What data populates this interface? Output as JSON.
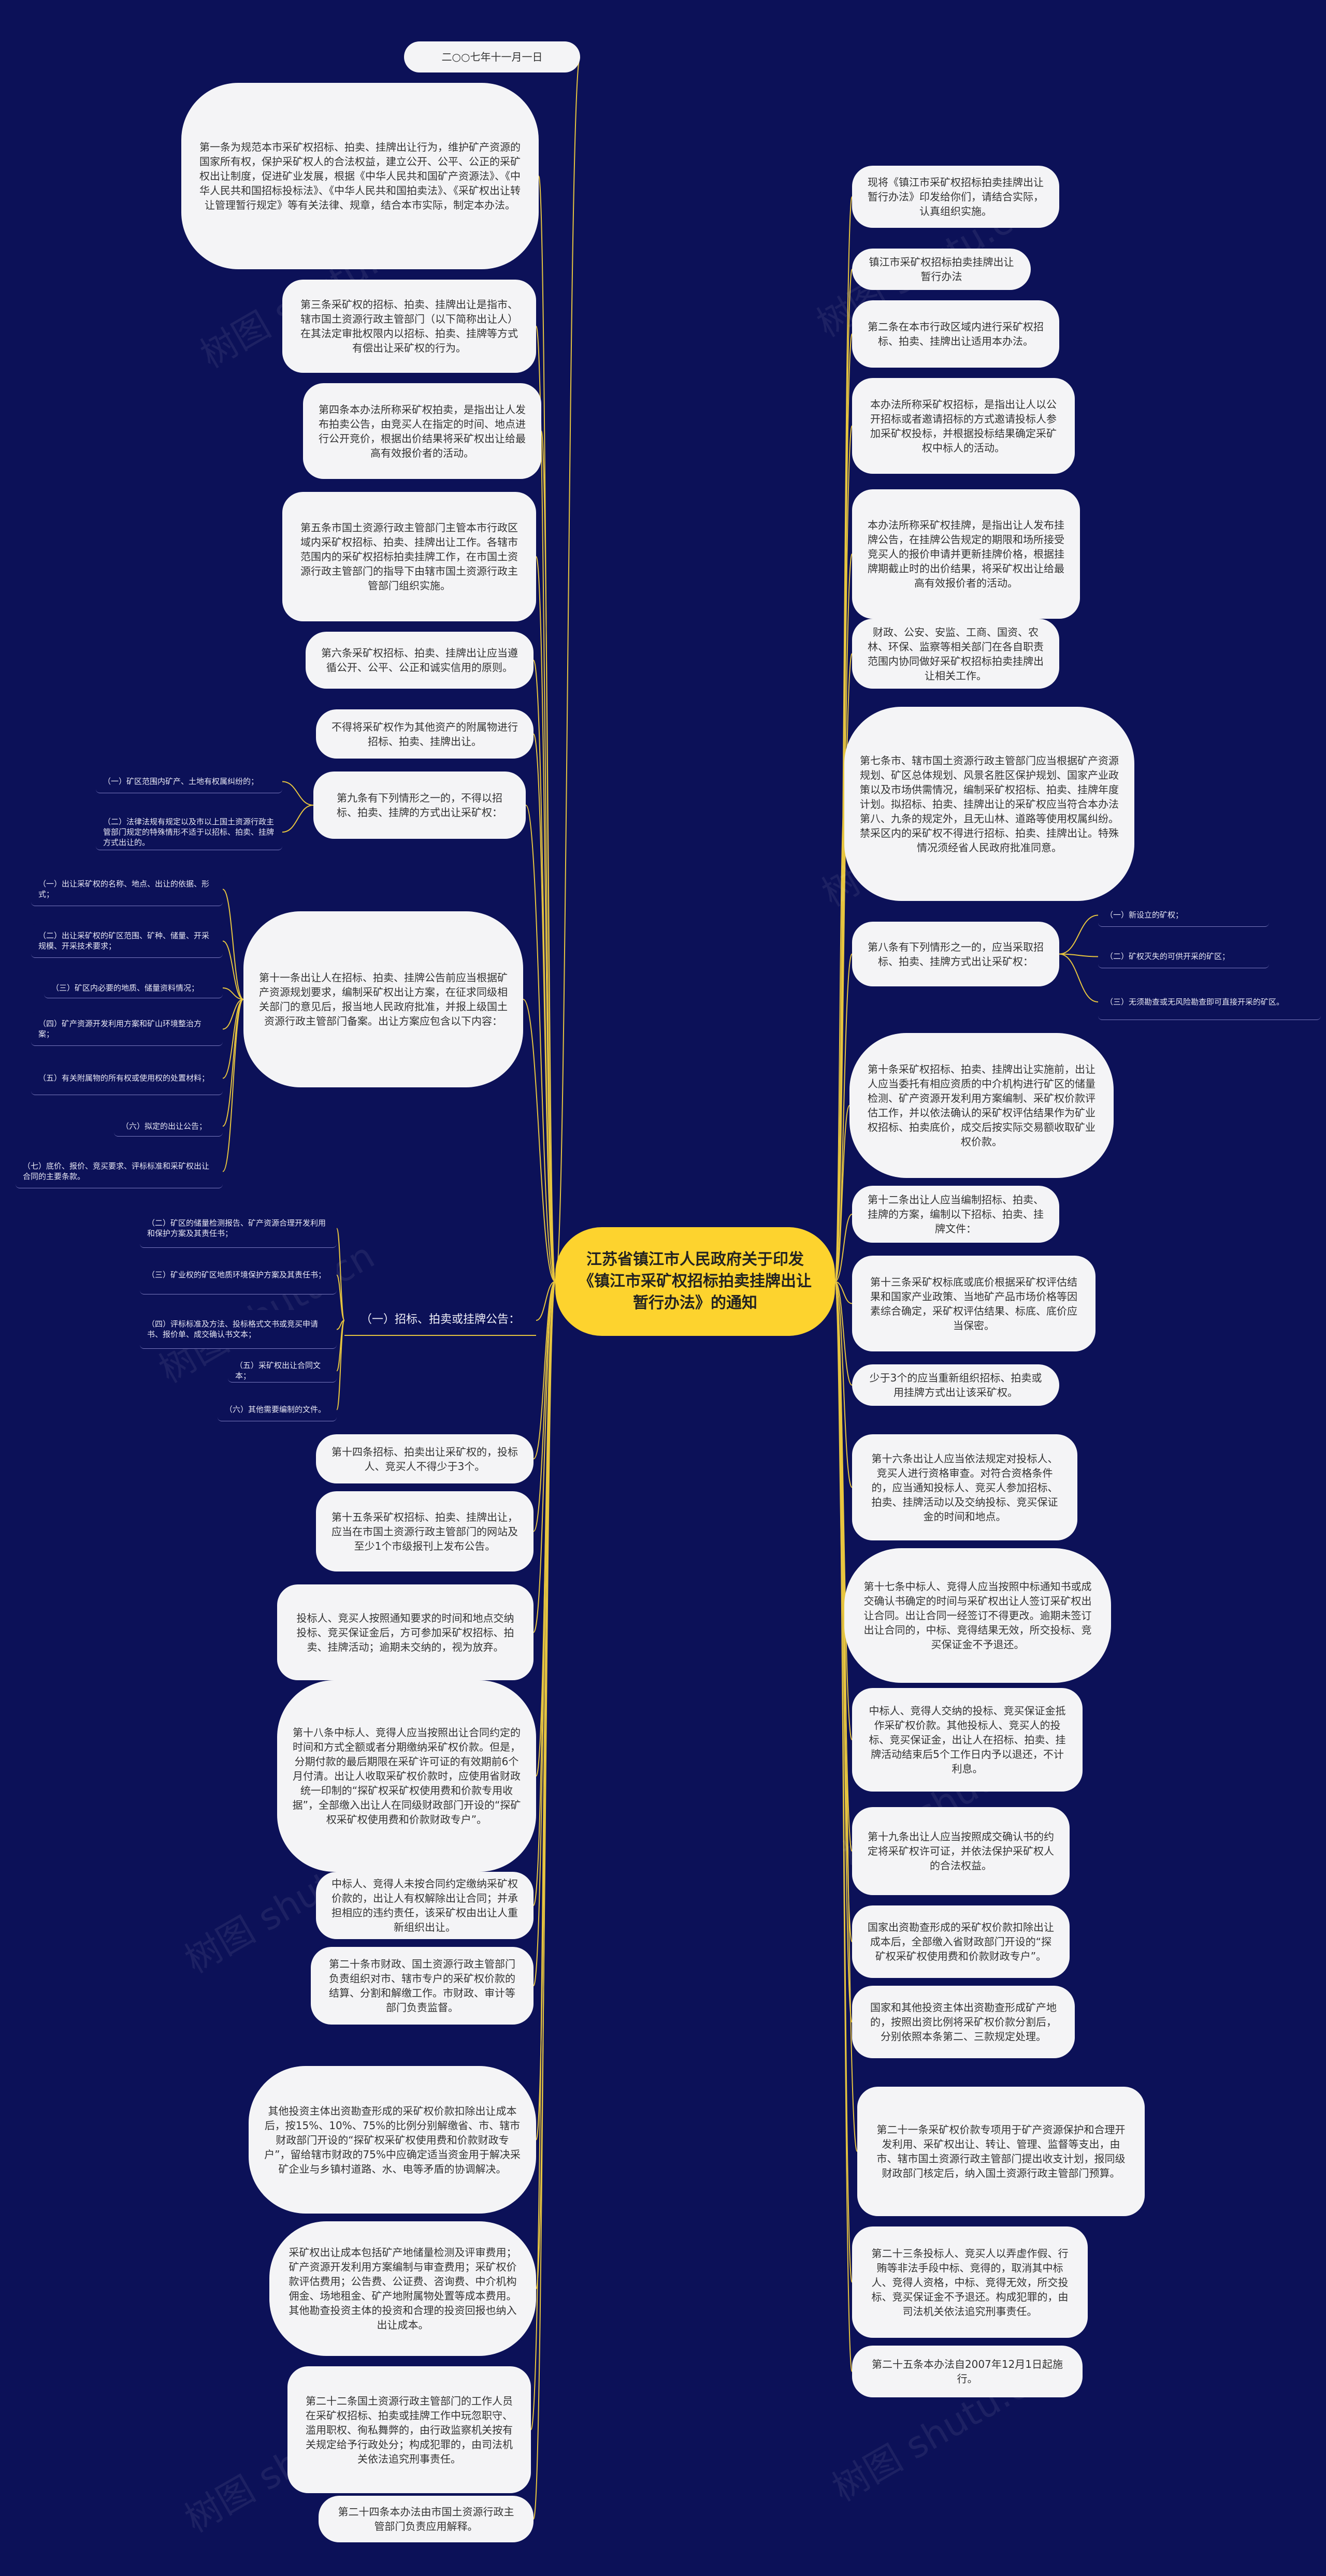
{
  "root": "江苏省镇江市人民政府关于印发《镇江市采矿权招标拍卖挂牌出让暂行办法》的通知",
  "left_nodes": [
    {
      "id": "L1",
      "text": "二○○七年十一月一日"
    },
    {
      "id": "L2",
      "text": "第一条为规范本市采矿权招标、拍卖、挂牌出让行为，维护矿产资源的国家所有权，保护采矿权人的合法权益，建立公开、公平、公正的采矿权出让制度，促进矿业发展，根据《中华人民共和国矿产资源法》、《中华人民共和国招标投标法》、《中华人民共和国拍卖法》、《采矿权出让转让管理暂行规定》等有关法律、规章，结合本市实际，制定本办法。"
    },
    {
      "id": "L3",
      "text": "第三条采矿权的招标、拍卖、挂牌出让是指市、辖市国土资源行政主管部门（以下简称出让人）在其法定审批权限内以招标、拍卖、挂牌等方式有偿出让采矿权的行为。"
    },
    {
      "id": "L4",
      "text": "第四条本办法所称采矿权拍卖，是指出让人发布拍卖公告，由竞买人在指定的时间、地点进行公开竞价，根据出价结果将采矿权出让给最高有效报价者的活动。"
    },
    {
      "id": "L5",
      "text": "第五条市国土资源行政主管部门主管本市行政区域内采矿权招标、拍卖、挂牌出让工作。各辖市范围内的采矿权招标拍卖挂牌工作，在市国土资源行政主管部门的指导下由辖市国土资源行政主管部门组织实施。"
    },
    {
      "id": "L6",
      "text": "第六条采矿权招标、拍卖、挂牌出让应当遵循公开、公平、公正和诚实信用的原则。"
    },
    {
      "id": "L7",
      "text": "不得将采矿权作为其他资产的附属物进行招标、拍卖、挂牌出让。"
    },
    {
      "id": "L8",
      "text": "第九条有下列情形之一的，不得以招标、拍卖、挂牌的方式出让采矿权："
    },
    {
      "id": "L9",
      "text": "第十一条出让人在招标、拍卖、挂牌公告前应当根据矿产资源规划要求，编制采矿权出让方案，在征求同级相关部门的意见后，报当地人民政府批准，并报上级国土资源行政主管部门备案。出让方案应包含以下内容："
    },
    {
      "id": "L10",
      "text": "（一）招标、拍卖或挂牌公告："
    },
    {
      "id": "L11",
      "text": "第十四条招标、拍卖出让采矿权的，投标人、竞买人不得少于3个。"
    },
    {
      "id": "L12",
      "text": "第十五条采矿权招标、拍卖、挂牌出让，应当在市国土资源行政主管部门的网站及至少1个市级报刊上发布公告。"
    },
    {
      "id": "L13",
      "text": "投标人、竞买人按照通知要求的时间和地点交纳投标、竞买保证金后，方可参加采矿权招标、拍卖、挂牌活动；逾期未交纳的，视为放弃。"
    },
    {
      "id": "L14",
      "text": "第十八条中标人、竞得人应当按照出让合同约定的时间和方式全额或者分期缴纳采矿权价款。但是，分期付款的最后期限在采矿许可证的有效期前6个月付清。出让人收取采矿权价款时，应使用省财政统一印制的“探矿权采矿权使用费和价款专用收据”，全部缴入出让人在同级财政部门开设的“探矿权采矿权使用费和价款财政专户”。"
    },
    {
      "id": "L15",
      "text": "中标人、竞得人未按合同约定缴纳采矿权价款的，出让人有权解除出让合同；并承担相应的违约责任，该采矿权由出让人重新组织出让。"
    },
    {
      "id": "L16",
      "text": "第二十条市财政、国土资源行政主管部门负责组织对市、辖市专户的采矿权价款的结算、分割和解缴工作。市财政、审计等部门负责监督。"
    },
    {
      "id": "L17",
      "text": "其他投资主体出资勘查形成的采矿权价款扣除出让成本后，按15%、10%、75%的比例分别解缴省、市、辖市财政部门开设的“探矿权采矿权使用费和价款财政专户”，留给辖市财政的75%中应确定适当资金用于解决采矿企业与乡镇村道路、水、电等矛盾的协调解决。"
    },
    {
      "id": "L18",
      "text": "采矿权出让成本包括矿产地储量检测及评审费用；矿产资源开发利用方案编制与审查费用；采矿权价款评估费用；公告费、公证费、咨询费、中介机构佣金、场地租金、矿产地附属物处置等成本费用。其他勘查投资主体的投资和合理的投资回报也纳入出让成本。"
    },
    {
      "id": "L19",
      "text": "第二十二条国土资源行政主管部门的工作人员在采矿权招标、拍卖或挂牌工作中玩忽职守、滥用职权、徇私舞弊的，由行政监察机关按有关规定给予行政处分；构成犯罪的，由司法机关依法追究刑事责任。"
    },
    {
      "id": "L20",
      "text": "第二十四条本办法由市国土资源行政主管部门负责应用解释。"
    }
  ],
  "left_small_l8": [
    {
      "text": "（一）矿区范围内矿产、土地有权属纠纷的；"
    },
    {
      "text": "（二）法律法规有规定以及市以上国土资源行政主管部门规定的特殊情形不适于以招标、拍卖、挂牌方式出让的。"
    }
  ],
  "left_small_l9": [
    {
      "text": "（一）出让采矿权的名称、地点、出让的依据、形式；"
    },
    {
      "text": "（二）出让采矿权的矿区范围、矿种、储量、开采规模、开采技术要求；"
    },
    {
      "text": "（三）矿区内必要的地质、储量资料情况；"
    },
    {
      "text": "（四）矿产资源开发利用方案和矿山环境整治方案；"
    },
    {
      "text": "（五）有关附属物的所有权或使用权的处置材料；"
    },
    {
      "text": "（六）拟定的出让公告；"
    },
    {
      "text": "（七）底价、报价、竞买要求、评标标准和采矿权出让合同的主要条款。"
    }
  ],
  "left_small_l10": [
    {
      "text": "（二）矿区的储量检测报告、矿产资源合理开发利用和保护方案及其责任书；"
    },
    {
      "text": "（三）矿业权的矿区地质环境保护方案及其责任书；"
    },
    {
      "text": "（四）评标标准及方法、投标格式文书或竞买申请书、报价单、成交确认书文本；"
    },
    {
      "text": "（五）采矿权出让合同文本；"
    },
    {
      "text": "（六）其他需要编制的文件。"
    }
  ],
  "right_nodes": [
    {
      "id": "R1",
      "text": "现将《镇江市采矿权招标拍卖挂牌出让暂行办法》印发给你们，请结合实际，认真组织实施。"
    },
    {
      "id": "R2",
      "text": "镇江市采矿权招标拍卖挂牌出让暂行办法"
    },
    {
      "id": "R3",
      "text": "第二条在本市行政区域内进行采矿权招标、拍卖、挂牌出让适用本办法。"
    },
    {
      "id": "R4",
      "text": "本办法所称采矿权招标，是指出让人以公开招标或者邀请招标的方式邀请投标人参加采矿权投标，并根据投标结果确定采矿权中标人的活动。"
    },
    {
      "id": "R5",
      "text": "本办法所称采矿权挂牌，是指出让人发布挂牌公告，在挂牌公告规定的期限和场所接受竞买人的报价申请并更新挂牌价格，根据挂牌期截止时的出价结果，将采矿权出让给最高有效报价者的活动。"
    },
    {
      "id": "R6",
      "text": "财政、公安、安监、工商、国资、农林、环保、监察等相关部门在各自职责范围内协同做好采矿权招标拍卖挂牌出让相关工作。"
    },
    {
      "id": "R7",
      "text": "第七条市、辖市国土资源行政主管部门应当根据矿产资源规划、矿区总体规划、风景名胜区保护规划、国家产业政策以及市场供需情况，编制采矿权招标、拍卖、挂牌年度计划。拟招标、拍卖、挂牌出让的采矿权应当符合本办法第八、九条的规定外，且无山林、道路等使用权属纠纷。禁采区内的采矿权不得进行招标、拍卖、挂牌出让。特殊情况须经省人民政府批准同意。"
    },
    {
      "id": "R8",
      "text": "第八条有下列情形之一的，应当采取招标、拍卖、挂牌方式出让采矿权："
    },
    {
      "id": "R9",
      "text": "第十条采矿权招标、拍卖、挂牌出让实施前，出让人应当委托有相应资质的中介机构进行矿区的储量检测、矿产资源开发利用方案编制、采矿权价款评估工作，并以依法确认的采矿权评估结果作为矿业权招标、拍卖底价，成交后按实际交易额收取矿业权价款。"
    },
    {
      "id": "R10",
      "text": "第十二条出让人应当编制招标、拍卖、挂牌的方案，编制以下招标、拍卖、挂牌文件："
    },
    {
      "id": "R11",
      "text": "第十三条采矿权标底或底价根据采矿权评估结果和国家产业政策、当地矿产品市场价格等因素综合确定，采矿权评估结果、标底、底价应当保密。"
    },
    {
      "id": "R12",
      "text": "少于3个的应当重新组织招标、拍卖或用挂牌方式出让该采矿权。"
    },
    {
      "id": "R13",
      "text": "第十六条出让人应当依法规定对投标人、竞买人进行资格审查。对符合资格条件的，应当通知投标人、竞买人参加招标、拍卖、挂牌活动以及交纳投标、竞买保证金的时间和地点。"
    },
    {
      "id": "R14",
      "text": "第十七条中标人、竞得人应当按照中标通知书或成交确认书确定的时间与采矿权出让人签订采矿权出让合同。出让合同一经签订不得更改。逾期未签订出让合同的，中标、竞得结果无效，所交投标、竞买保证金不予退还。"
    },
    {
      "id": "R15",
      "text": "中标人、竞得人交纳的投标、竞买保证金抵作采矿权价款。其他投标人、竞买人的投标、竞买保证金，出让人在招标、拍卖、挂牌活动结束后5个工作日内予以退还，不计利息。"
    },
    {
      "id": "R16",
      "text": "第十九条出让人应当按照成交确认书的约定将采矿权许可证，并依法保护采矿权人的合法权益。"
    },
    {
      "id": "R17",
      "text": "国家出资勘查形成的采矿权价款扣除出让成本后，全部缴入省财政部门开设的“探矿权采矿权使用费和价款财政专户”。"
    },
    {
      "id": "R18",
      "text": "国家和其他投资主体出资勘查形成矿产地的，按照出资比例将采矿权价款分割后，分别依照本条第二、三款规定处理。"
    },
    {
      "id": "R19",
      "text": "第二十一条采矿权价款专项用于矿产资源保护和合理开发利用、采矿权出让、转让、管理、监督等支出，由市、辖市国土资源行政主管部门提出收支计划，报同级财政部门核定后，纳入国土资源行政主管部门预算。"
    },
    {
      "id": "R20",
      "text": "第二十三条投标人、竞买人以弄虚作假、行贿等非法手段中标、竞得的，取消其中标人、竞得人资格，中标、竞得无效，所交投标、竞买保证金不予退还。构成犯罪的，由司法机关依法追究刑事责任。"
    },
    {
      "id": "R21",
      "text": "第二十五条本办法自2007年12月1日起施行。"
    }
  ],
  "right_small_r8": [
    {
      "text": "（一）新设立的矿权；"
    },
    {
      "text": "（二）矿权灭失的可供开采的矿区；"
    },
    {
      "text": "（三）无须勘查或无风险勘查即可直接开采的矿区。"
    }
  ],
  "watermark": "树图 shutu.cn"
}
